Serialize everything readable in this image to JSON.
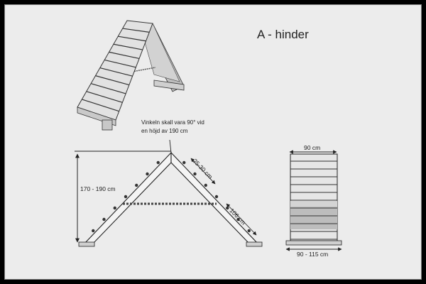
{
  "title": "A - hinder",
  "labels": {
    "angle_note_line1": "Vinkeln skall vara 90° vid",
    "angle_note_line2": "en höjd av 190 cm",
    "height": "170 - 190 cm",
    "slat_spacing": "25-30 cm",
    "ramp_width": "90 cm",
    "base_spread": "90 - 115 cm",
    "lower_gap": "106 cm"
  },
  "colors": {
    "background": "#000000",
    "sheet": "#ececec",
    "ink": "#222222",
    "shade_light": "#dcdcdc",
    "shade_dark": "#b9b9b9"
  }
}
